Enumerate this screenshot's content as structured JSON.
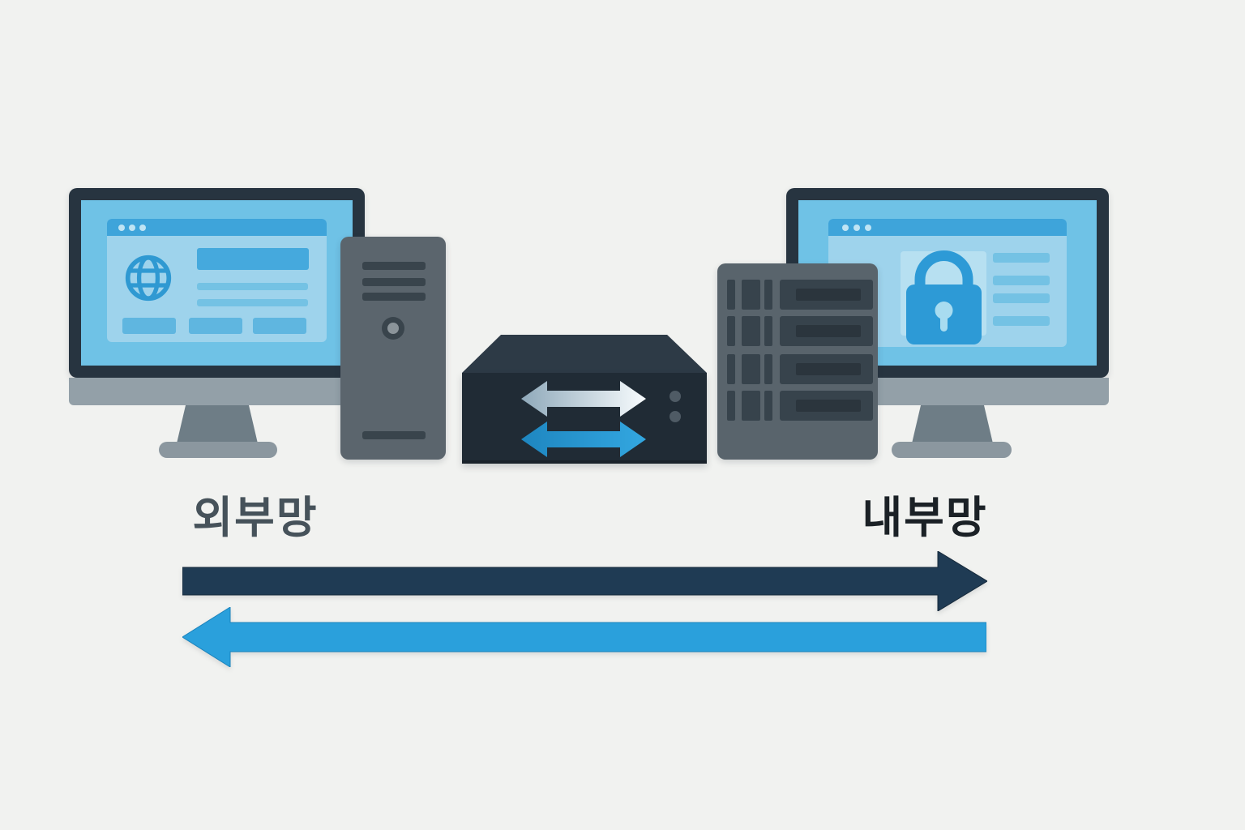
{
  "diagram": {
    "labels": {
      "external_network": "외부망",
      "internal_network": "내부망"
    },
    "nodes": {
      "external_workstation": {
        "type": "monitor-with-browser",
        "icon": "globe-icon",
        "label": "외부망"
      },
      "tower_pc": {
        "type": "desktop-tower",
        "icon": "power-button-icon"
      },
      "transfer_device": {
        "type": "network-appliance",
        "icons": [
          "double-arrow-white-icon",
          "double-arrow-blue-icon",
          "led-indicator"
        ]
      },
      "server_rack": {
        "type": "server"
      },
      "internal_workstation": {
        "type": "monitor-with-browser",
        "icon": "lock-icon",
        "label": "내부망"
      }
    },
    "flows": [
      {
        "name": "outbound-flow",
        "direction": "right",
        "color": "#1f3b54"
      },
      {
        "name": "inbound-flow",
        "direction": "left",
        "color": "#2aa0dc"
      }
    ],
    "palette": {
      "background": "#f1f2f0",
      "bezel_navy": "#273440",
      "screen_blue": "#6fc2e6",
      "window_blue": "#9ed3ec",
      "accent_blue": "#3ea4da",
      "metal_gray": "#93a0a8",
      "tower_gray": "#5b656d",
      "rack_gray": "#59646c",
      "slot_dark": "#37434c",
      "device_front": "#202b35",
      "device_top": "#2d3a46",
      "lock_blue": "#2d9ad6",
      "flow_dark": "#1f3b54",
      "flow_blue": "#2aa0dc"
    }
  }
}
